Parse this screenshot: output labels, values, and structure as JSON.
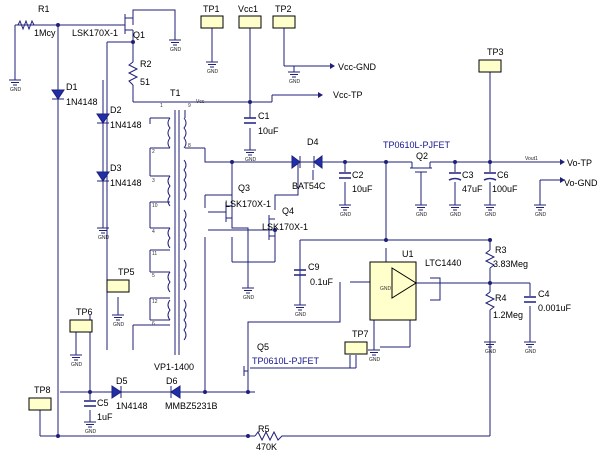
{
  "components": {
    "R1": {
      "ref": "R1",
      "value": "1Mcy"
    },
    "Q1": {
      "ref": "Q1",
      "part": "LSK170X-1"
    },
    "TP1": {
      "ref": "TP1"
    },
    "Vcc1": {
      "ref": "Vcc1"
    },
    "TP2": {
      "ref": "TP2"
    },
    "R2": {
      "ref": "R2",
      "value": "51"
    },
    "D1": {
      "ref": "D1",
      "part": "1N4148"
    },
    "D2": {
      "ref": "D2",
      "part": "1N4148"
    },
    "D3": {
      "ref": "D3",
      "part": "1N4148"
    },
    "T1": {
      "ref": "T1",
      "part": "VP1-1400",
      "pin_label": "Vcc"
    },
    "C1": {
      "ref": "C1",
      "value": "10uF"
    },
    "D4": {
      "ref": "D4",
      "part": "BAT54C"
    },
    "C2": {
      "ref": "C2",
      "value": "10uF"
    },
    "Q2": {
      "ref": "Q2",
      "part": "TP0610L-PJFET"
    },
    "C3": {
      "ref": "C3",
      "value": "47uF"
    },
    "C6": {
      "ref": "C6",
      "value": "100uF"
    },
    "TP3": {
      "ref": "TP3"
    },
    "Q3": {
      "ref": "Q3",
      "part": "LSK170X-1"
    },
    "Q4": {
      "ref": "Q4",
      "part": "LSK170X-1"
    },
    "U1": {
      "ref": "U1",
      "part": "LTC1440"
    },
    "C9": {
      "ref": "C9",
      "value": "0.1uF"
    },
    "R3": {
      "ref": "R3",
      "value": "3.83Meg"
    },
    "R4": {
      "ref": "R4",
      "value": "1.2Meg"
    },
    "C4": {
      "ref": "C4",
      "value": "0.001uF"
    },
    "TP5": {
      "ref": "TP5"
    },
    "TP6": {
      "ref": "TP6"
    },
    "TP7": {
      "ref": "TP7"
    },
    "TP8": {
      "ref": "TP8"
    },
    "Q5": {
      "ref": "Q5",
      "part": "TP0610L-PJFET"
    },
    "D5": {
      "ref": "D5",
      "part": "1N4148"
    },
    "D6": {
      "ref": "D6",
      "part": "MMBZ5231B"
    },
    "C5": {
      "ref": "C5",
      "value": "1uF"
    },
    "R5": {
      "ref": "R5",
      "value": "470K"
    }
  },
  "nets": {
    "vcc_gnd": "Vcc-GND",
    "vcc_tp": "Vcc-TP",
    "vout": "Vout1",
    "vo_tp": "Vo-TP",
    "vo_gnd": "Vo-GND",
    "gnd": "GND"
  },
  "colors": {
    "wire": "#1f1f7a",
    "testpoint_fill": "#ffffcc",
    "label_blue": "#14148c"
  }
}
